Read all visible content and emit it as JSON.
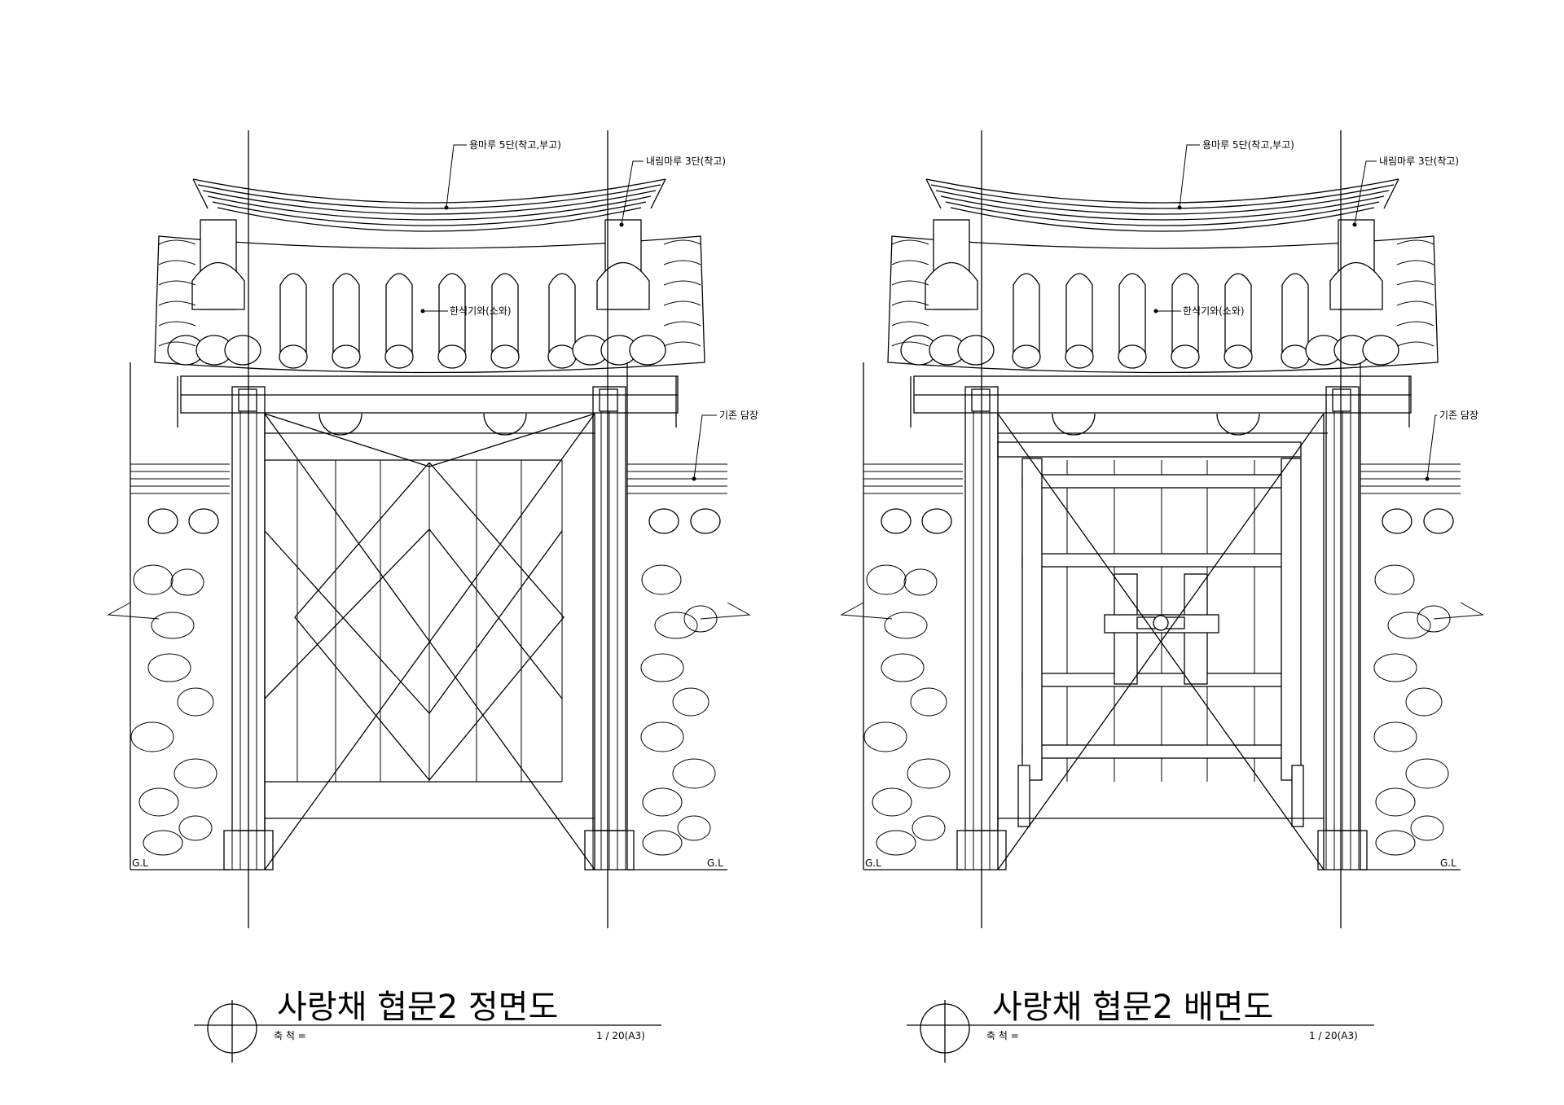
{
  "drawings": [
    {
      "id": "front",
      "title": "사랑채 협문2 정면도",
      "scale_label": "축 척 =",
      "scale_value": "1 / 20(A3)",
      "labels": {
        "ridge": "용마루 5단(착고,부고)",
        "hip": "내림마루 3단(착고)",
        "tile": "한식기와(소와)",
        "wall": "기존 담장",
        "gl_left": "G.L",
        "gl_right": "G.L"
      }
    },
    {
      "id": "rear",
      "title": "사랑채 협문2 배면도",
      "scale_label": "축 척 =",
      "scale_value": "1 / 20(A3)",
      "labels": {
        "ridge": "용마루 5단(착고,부고)",
        "hip": "내림마루 3단(착고)",
        "tile": "한식기와(소와)",
        "wall": "기존 담장",
        "gl_left": "G.L",
        "gl_right": "G.L"
      }
    }
  ]
}
